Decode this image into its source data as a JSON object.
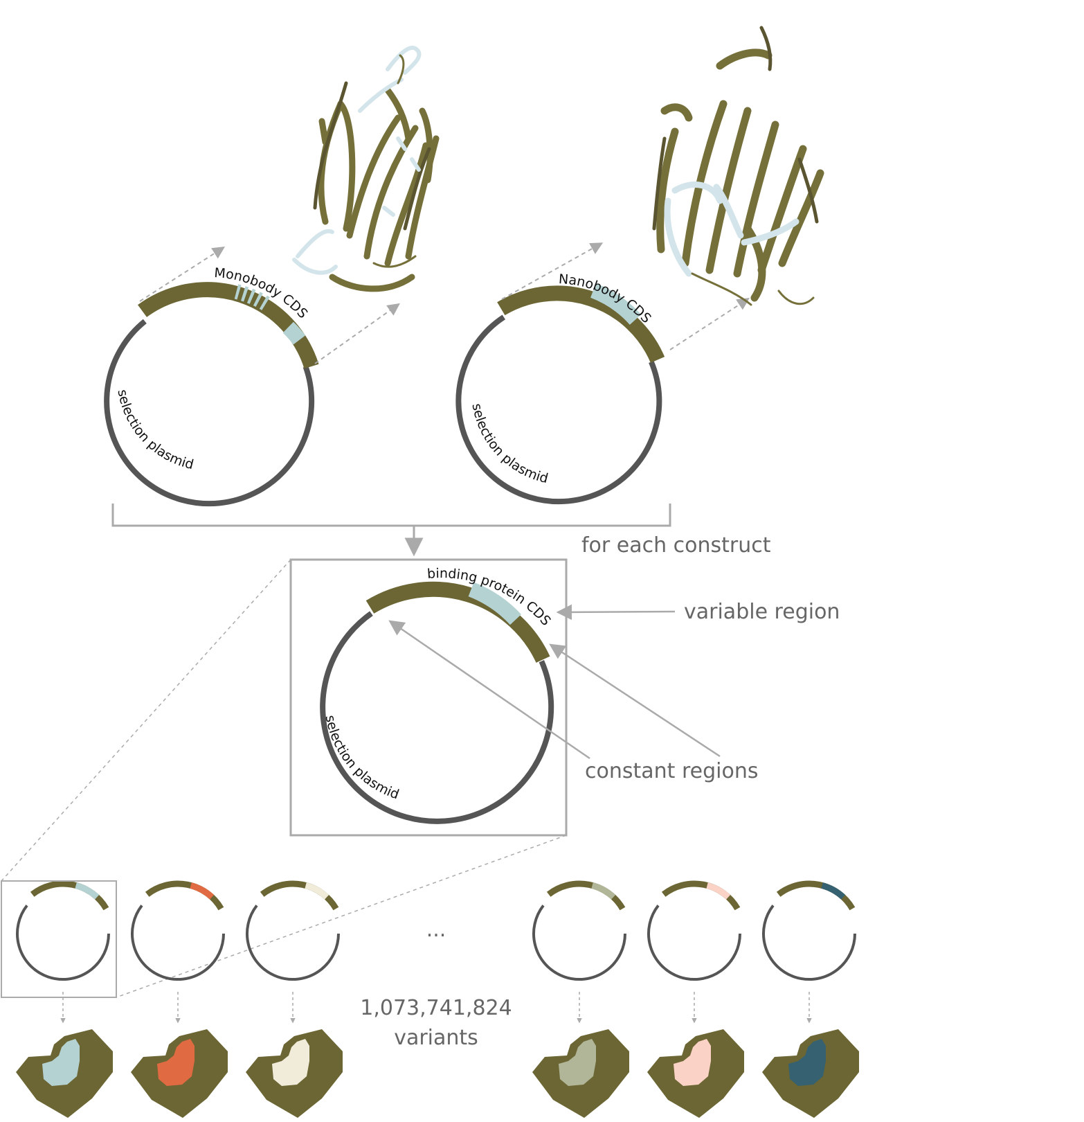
{
  "colors": {
    "constant": "#6b6633",
    "backbone": "#555555",
    "variable": "#b5d2d3",
    "guide": "#aaaaaa",
    "text": "#666666",
    "ribbon": "#75703a",
    "loop": "#d3e5ea"
  },
  "monobody": {
    "cds_label": "Monobody CDS",
    "plasmid_label": "selection plasmid"
  },
  "nanobody": {
    "cds_label": "Nanobody CDS",
    "plasmid_label": "selection plasmid"
  },
  "generic": {
    "cds_label": "binding protein CDS",
    "plasmid_label": "selection plasmid"
  },
  "annotations": {
    "for_each": "for each construct",
    "variable_region": "variable region",
    "constant_regions": "constant regions"
  },
  "library": {
    "ellipsis": "...",
    "count": "1,073,741,824",
    "count_unit": "variants",
    "variant_colors": [
      "#b5d2d3",
      "#e06a42",
      "#f1ecda",
      "#b1b698",
      "#fbd2c6",
      "#366170"
    ]
  }
}
